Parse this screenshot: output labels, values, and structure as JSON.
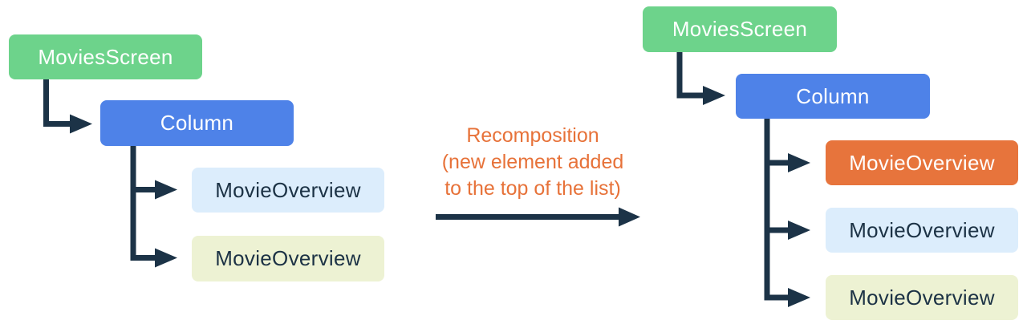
{
  "colors": {
    "green": "#6DD38B",
    "blue": "#4E82E8",
    "orange": "#E7743C",
    "light-blue": "#DCEDFC",
    "light-yellow": "#EDF2D3",
    "connector": "#1C3347",
    "text-dark": "#1C3245",
    "text-light": "#FFFFFF",
    "label-orange": "#E77239"
  },
  "left_tree": {
    "nodes": [
      {
        "label": "MoviesScreen",
        "variant": "green"
      },
      {
        "label": "Column",
        "variant": "blue"
      },
      {
        "label": "MovieOverview",
        "variant": "light-blue"
      },
      {
        "label": "MovieOverview",
        "variant": "light-yellow"
      }
    ]
  },
  "transition": {
    "lines": [
      "Recomposition",
      "(new element added",
      "to the top of the list)"
    ]
  },
  "right_tree": {
    "nodes": [
      {
        "label": "MoviesScreen",
        "variant": "green"
      },
      {
        "label": "Column",
        "variant": "blue"
      },
      {
        "label": "MovieOverview",
        "variant": "orange"
      },
      {
        "label": "MovieOverview",
        "variant": "light-blue"
      },
      {
        "label": "MovieOverview",
        "variant": "light-yellow"
      }
    ]
  }
}
